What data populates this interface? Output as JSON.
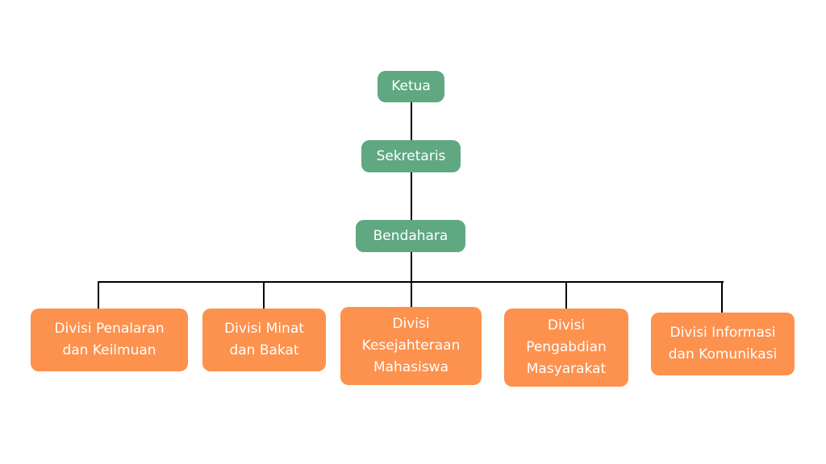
{
  "colors": {
    "leadership": "#5fa882",
    "division": "#fd914e",
    "connector": "#000000"
  },
  "leadership": [
    {
      "label": "Ketua"
    },
    {
      "label": "Sekretaris"
    },
    {
      "label": "Bendahara"
    }
  ],
  "divisions": [
    {
      "label": "Divisi Penalaran dan Keilmuan"
    },
    {
      "label": "Divisi Minat dan Bakat"
    },
    {
      "label": "Divisi Kesejahteraan Mahasiswa"
    },
    {
      "label": "Divisi Pengabdian Masyarakat"
    },
    {
      "label": "Divisi Informasi dan Komunikasi"
    }
  ]
}
